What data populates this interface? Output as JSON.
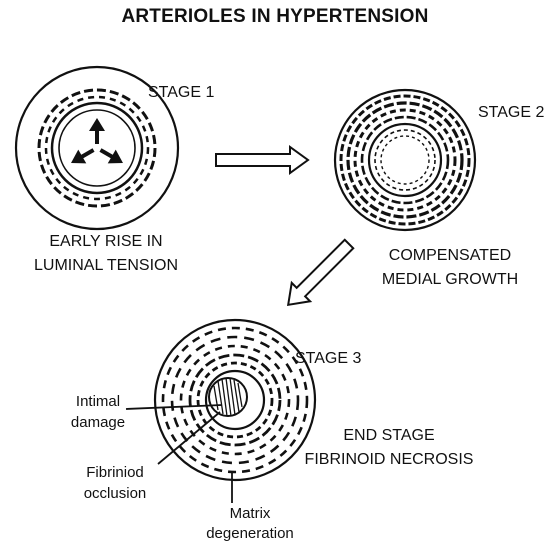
{
  "title": "ARTERIOLES IN HYPERTENSION",
  "stage1": {
    "label": "STAGE 1",
    "caption_line1": "EARLY RISE IN",
    "caption_line2": "LUMINAL TENSION"
  },
  "stage2": {
    "label": "STAGE 2",
    "caption_line1": "COMPENSATED",
    "caption_line2": "MEDIAL GROWTH"
  },
  "stage3": {
    "label": "STAGE 3",
    "caption_line1": "END STAGE",
    "caption_line2": "FIBRINOID NECROSIS"
  },
  "annotations": {
    "intimal_line1": "Intimal",
    "intimal_line2": "damage",
    "fibrinoid_line1": "Fibriniod",
    "fibrinoid_line2": "occlusion",
    "matrix_line1": "Matrix",
    "matrix_line2": "degeneration"
  },
  "colors": {
    "ink": "#111111",
    "background": "#ffffff"
  }
}
